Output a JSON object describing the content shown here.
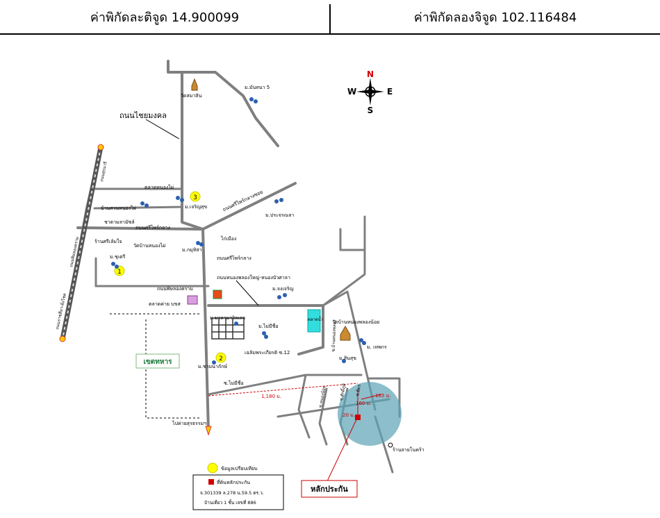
{
  "header": {
    "latitude_label": "ค่าพิกัดละติจูด 14.900099",
    "longitude_label": "ค่าพิกัดลองจิจูด 102.116484"
  },
  "compass": {
    "n": "N",
    "s": "S",
    "e": "E",
    "w": "W"
  },
  "labels": {
    "road_chaiyamongkol": "ถนนไชยมงคล",
    "wat_samrong": "วัดสมาสิน",
    "moo_mantana5": "ม.มันทนา 5",
    "road_suranari": "ถนนสุรนารี",
    "market_nongpaiban": "ตลาดหนองไผ่",
    "moo_charoen": "ม.เจริญสุข",
    "bansuan_nongpai": "บ้านสวนหนองไผ่",
    "shop1": "ชาตามลามัซล์",
    "road_srisawat": "ถนนศรีไพร์กลาง",
    "shop2": "ร้านศรีเล้มใจ",
    "wat_bannongpai": "วัดบ้านหนองไผ่",
    "moo_kamsit": "ม.กมุทิสา",
    "moo_chukri": "ม.ชุเตรี",
    "road_sripai_klang": "ถนนศรีไพร์กลาง",
    "shop3": "ไก่เมือง",
    "road_phitsalong": "ถนนพิษลองคราม",
    "road_ring": "ถนนศรีไพร์กลางซอย",
    "moo_prachan": "ม.ประจรณลา",
    "road_nongpai_yai": "ถนนหนองพลองใหญ่-หนองบัวศาลา",
    "moo_jongcharoen": "ม.จงเจริญ",
    "market_bor": "ตลาดค่าย บขส",
    "road_west_main": "ถนนพิษลองคราม",
    "road_west_bottom": "ถนนราชสีมา-ฝั่งโชค",
    "moo_malamai": "ม.มาลามาวิลเลจ",
    "moo_maimeesue": "ม.ไม่มีชื่อ",
    "store_blue": "ตลาดน้ำ",
    "soi_nongpai": "ซ.บ้านหนองพลอง",
    "wat_bannongphlong": "วัดบ้านหนองพลองน้อย",
    "moo_chalerm": "เฉลิมพระเกียรติ ซ.12",
    "moo_thepkarn": "ม. เทพกร",
    "moo_sinsuk": "ม.สินสุข",
    "military_zone": "เขตทหาร",
    "moo_chamnat": "ม.ชามนาถักษ์",
    "soi_maimeesue": "ซ.ไม่มีชื่อ",
    "distance_main": "1,180 ม.",
    "soi_nongnoi": "ซ.หนองน้อย",
    "soi_sakdi": "ซ.ศักดิ์ภูมิ",
    "soi_mitr": "ซ.มิตร",
    "dist_160": "160 ม.",
    "dist_165": "165 ม.",
    "dist_20": "20 ม.",
    "camp_path": "ไปค่ายสุรธรรมฯ",
    "shop_right": "ร้านลายโนคร้า",
    "collateral_callout": "หลักประกัน"
  },
  "legend": {
    "circle_label": "ข้อมูลเปรียบเทียบ",
    "square_label": "ที่ดินหลักประกัน",
    "deed_line": "จ.301339  ล.278  น.59.5 ตร.ว.",
    "house_line": "บ้านเดี่ยว 1 ชั้น เลขที่ 886"
  },
  "comparables": [
    "1",
    "2",
    "3"
  ],
  "colors": {
    "road": "#7f7f7f",
    "marker_yellow": "#ffff00",
    "collateral_red": "#d00000",
    "radius_fill": "#5ba3b5",
    "distance_red": "#cc0000",
    "store_cyan": "#33dddd",
    "zone_green": "#1a7a3a"
  }
}
